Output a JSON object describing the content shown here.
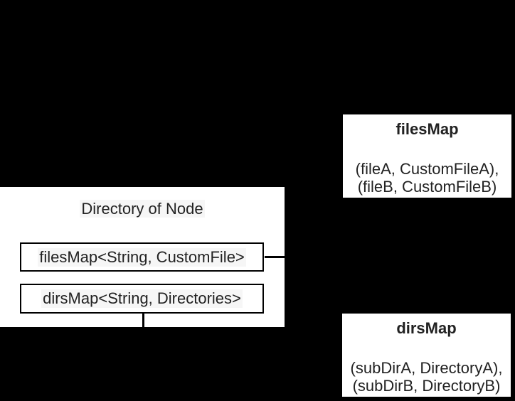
{
  "canvas": {
    "background_color": "#000000",
    "box_fill_color": "#ffffff",
    "line_color": "#000000",
    "text_color": "#222222"
  },
  "main_box": {
    "title": "Directory of Node",
    "fields": [
      {
        "label": "filesMap<String, CustomFile>"
      },
      {
        "label": "dirsMap<String, Directories>"
      }
    ]
  },
  "files_map_box": {
    "title": "filesMap",
    "entries": [
      "(fileA, CustomFileA),",
      "(fileB, CustomFileB)"
    ]
  },
  "dirs_map_box": {
    "title": "dirsMap",
    "entries": [
      "(subDirA, DirectoryA),",
      "(subDirB, DirectoryB)"
    ]
  }
}
